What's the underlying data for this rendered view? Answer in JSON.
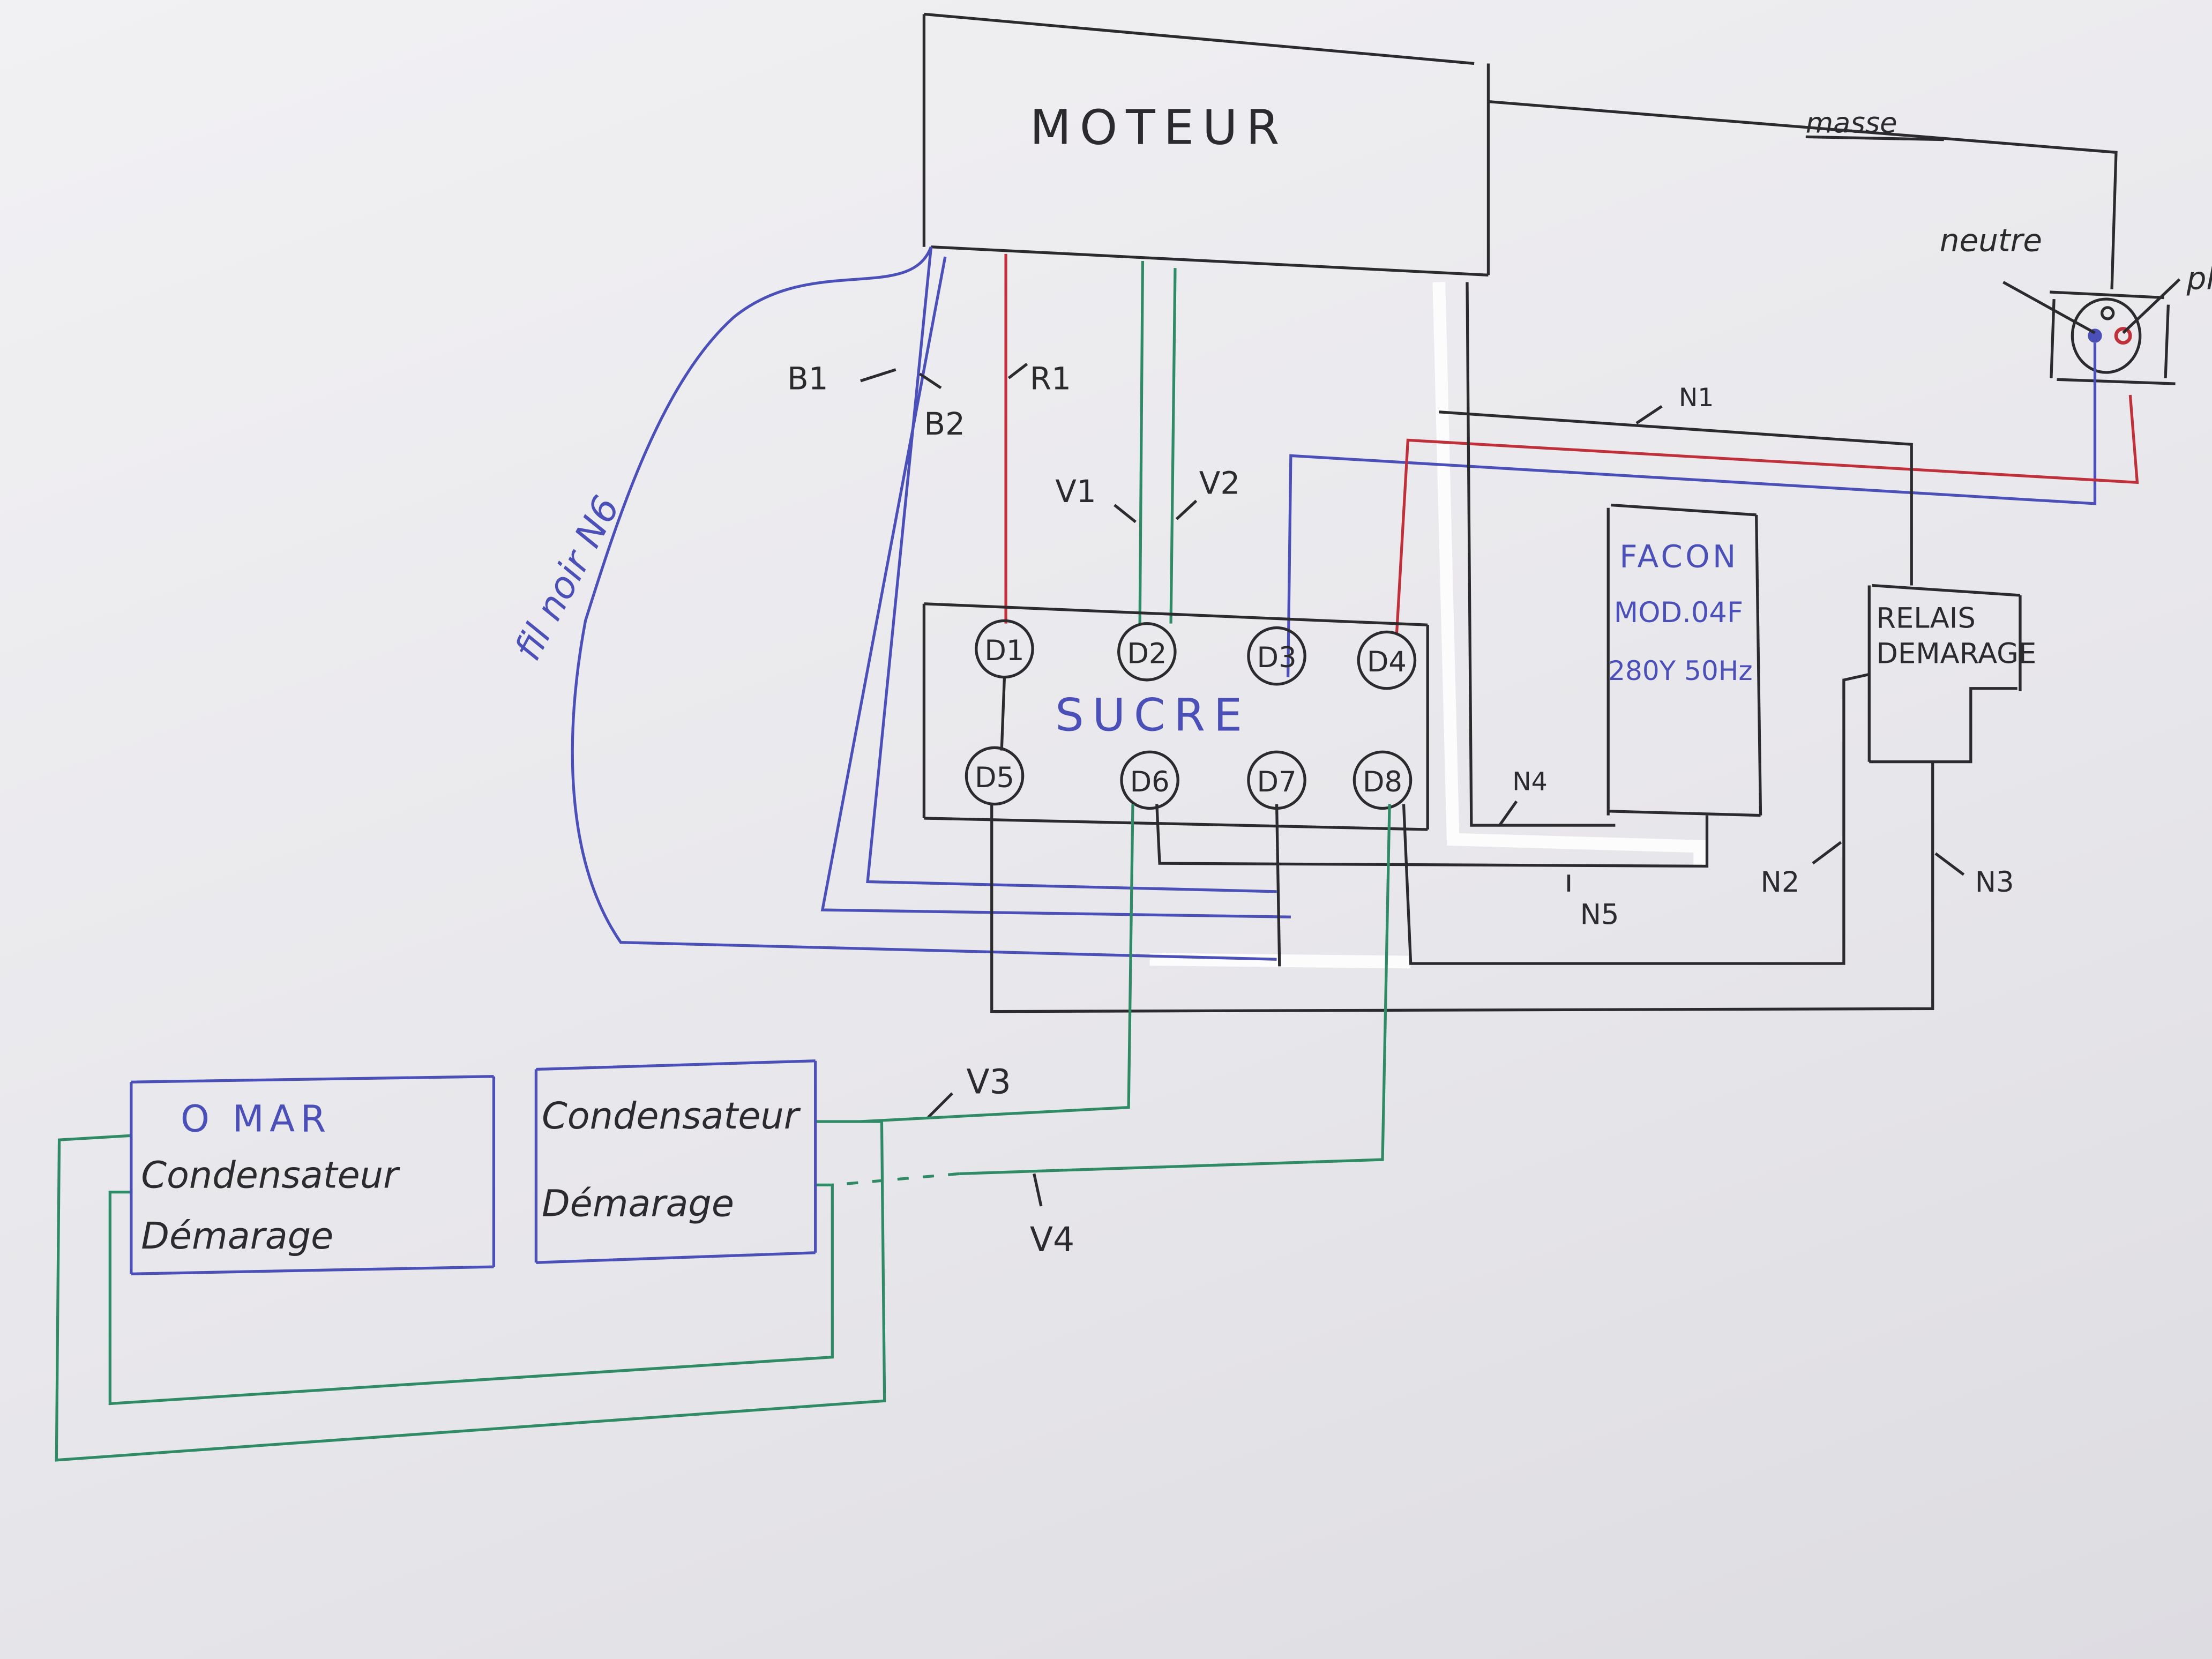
{
  "motor": {
    "label": "MOTEUR"
  },
  "ground": {
    "label": "masse"
  },
  "outlet": {
    "neutral_label": "neutre",
    "phase_label": "ph"
  },
  "wire_labels": {
    "b1": "B1",
    "b2": "B2",
    "r1": "R1",
    "v1": "V1",
    "v2": "V2",
    "v3": "V3",
    "v4": "V4",
    "n1": "N1",
    "n2": "N2",
    "n3": "N3",
    "n4": "N4",
    "n5": "N5",
    "n6": "fil noir N6"
  },
  "terminal_block": {
    "label": "SUCRE",
    "terminals": [
      "D1",
      "D2",
      "D3",
      "D4",
      "D5",
      "D6",
      "D7",
      "D8"
    ]
  },
  "thermostat": {
    "line1": "FACON",
    "line2": "MOD.04F",
    "line3": "280Y 50Hz"
  },
  "relay": {
    "line1": "RELAIS",
    "line2": "DEMARAGE"
  },
  "capacitor_1": {
    "line1": "O MAR",
    "line2": "Condensateur",
    "line3": "Démarage"
  },
  "capacitor_2": {
    "line1": "Condensateur",
    "line2": "Démarage"
  },
  "colors": {
    "black": "#2b2b2e",
    "blue": "#4b4fb8",
    "red": "#c0303a",
    "green": "#2f8a66",
    "paper": "#ecebef"
  }
}
